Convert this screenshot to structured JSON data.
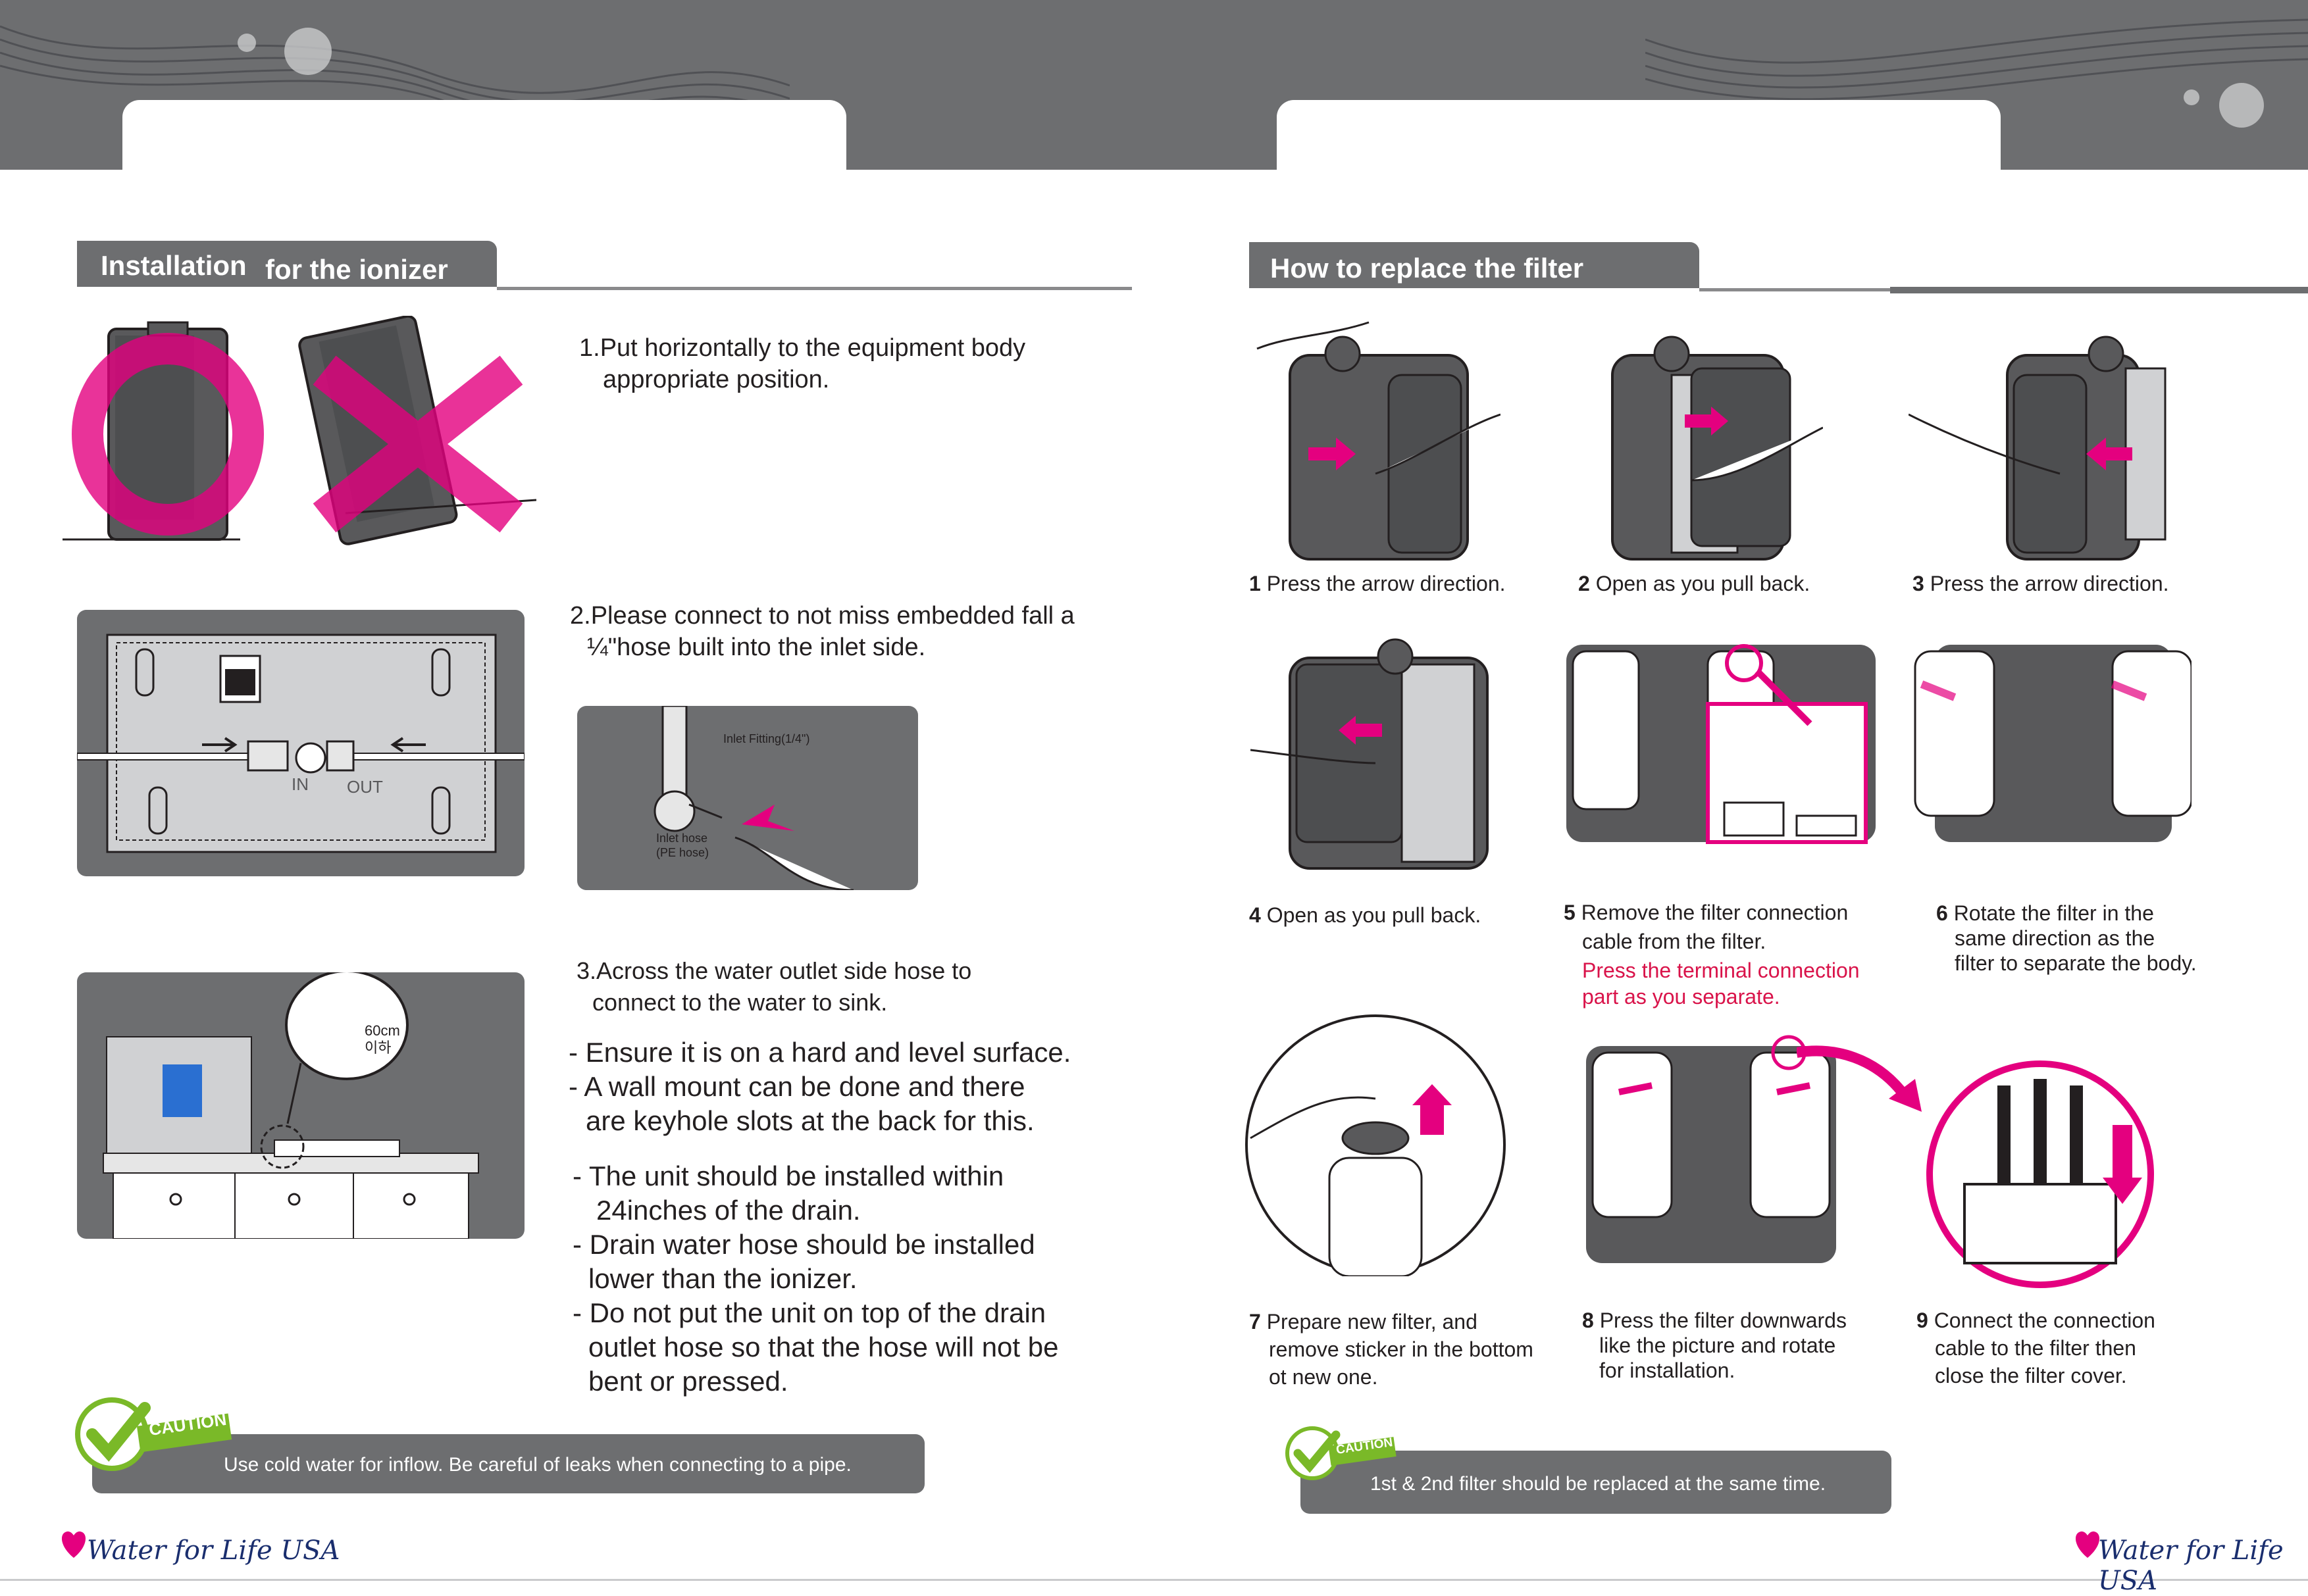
{
  "left": {
    "section_title_a": "Installation",
    "section_title_b": "for the ionizer",
    "step1": [
      "1.Put horizontally to the equipment body",
      "appropriate position."
    ],
    "step2": [
      "2.Please connect to not miss embedded fall a",
      "¼\"hose built into the inlet side."
    ],
    "panel_in": "IN",
    "panel_out": "OUT",
    "inlet_fitting": "Inlet Fitting(1/4\")",
    "inlet_hose": [
      "Inlet hose",
      "(PE hose)"
    ],
    "step3": [
      "3.Across the water outlet side hose to",
      "connect to the water to sink."
    ],
    "bullets_a": [
      "- Ensure it is on a hard and level surface.",
      "- A wall mount can be done and there",
      "are keyhole slots at the back for this."
    ],
    "bullets_b": [
      "- The unit should be installed within",
      "24inches of the drain.",
      "- Drain water hose should be installed",
      "lower than the ionizer.",
      "- Do not put the unit on top of the drain",
      "outlet hose so that the hose will not be",
      "bent or pressed."
    ],
    "height_label": [
      "60cm",
      "이하"
    ],
    "caution_badge": "CAUTION",
    "caution_text": "Use cold water for inflow. Be careful of leaks when connecting to a pipe.",
    "logo": "Water for Life USA"
  },
  "right": {
    "section_title": "How to replace the filter",
    "steps": [
      {
        "num": "1",
        "lines": [
          "Press the arrow direction."
        ]
      },
      {
        "num": "2",
        "lines": [
          "Open as you pull back."
        ]
      },
      {
        "num": "3",
        "lines": [
          "Press the arrow direction."
        ]
      },
      {
        "num": "4",
        "lines": [
          "Open as you pull back."
        ]
      },
      {
        "num": "5",
        "lines": [
          "Remove the filter connection",
          "cable from the filter."
        ],
        "note": [
          "Press the terminal connection",
          "part as you separate."
        ]
      },
      {
        "num": "6",
        "lines": [
          "Rotate the filter in the",
          "same direction as the",
          "filter to separate the body."
        ]
      },
      {
        "num": "7",
        "lines": [
          "Prepare new filter, and",
          "remove sticker in the bottom",
          "ot new one."
        ]
      },
      {
        "num": "8",
        "lines": [
          "Press the filter downwards",
          "like the picture and rotate",
          "for installation."
        ]
      },
      {
        "num": "9",
        "lines": [
          "Connect the connection",
          "cable to the filter then",
          "close the filter cover."
        ]
      }
    ],
    "caution_badge": "CAUTION",
    "caution_text": "1st & 2nd filter should be replaced at the same time.",
    "logo": "Water for Life USA"
  },
  "colors": {
    "band": "#6d6e70",
    "accent": "#e4007f",
    "caution_green": "#7ab928",
    "logo_blue": "#1a2e6e"
  }
}
